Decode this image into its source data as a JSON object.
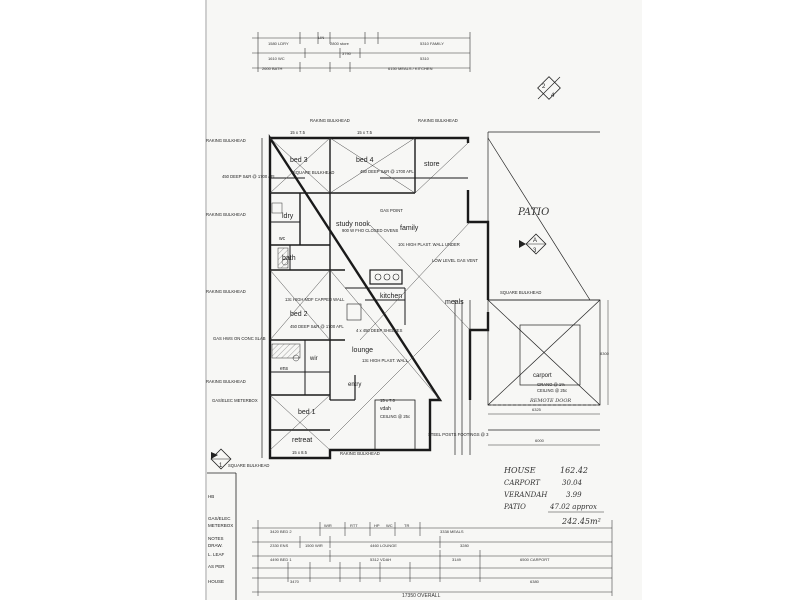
{
  "colors": {
    "ink": "#1a1a1a",
    "paper": "#f7f7f5",
    "background": "#ffffff"
  },
  "top_dims": {
    "row1": [
      "1580 LDRY",
      "LIN",
      "2800 store",
      "5310 FAMILY"
    ],
    "row2": [
      "1610 WC",
      "3790",
      "5310"
    ],
    "row3": [
      "2600 BATH",
      "6150 MEALS / KITCHEN"
    ]
  },
  "section_marks": {
    "top_right": {
      "top": "2",
      "bottom": "4"
    },
    "right": {
      "top": "A",
      "bottom": "3"
    },
    "bottom_left": {
      "top": "",
      "bottom": "1"
    }
  },
  "rooms": {
    "bed3": "bed 3",
    "bed4": "bed 4",
    "store": "store",
    "ldry": "ldry",
    "study_nook": "study nook",
    "family": "family",
    "bath": "bath",
    "wc": "wc",
    "kitchen": "kitchen",
    "meals": "meals",
    "bed2": "bed 2",
    "lounge": "lounge",
    "wir": "wir",
    "ens": "ens",
    "entry": "entry",
    "bed1": "bed 1",
    "retreat": "retreat",
    "vdah": "vdah",
    "carport": "carport",
    "patio": "PATIO"
  },
  "notes": {
    "raking_bulkhead_top": "RAKING BULKHEAD",
    "raking_bulkhead_top2": "RAKING BULKHEAD",
    "raking_bulkhead_left1": "RAKING BULKHEAD",
    "raking_bulkhead_left2": "RAKING BULKHEAD",
    "raking_bulkhead_left3": "RAKING BULKHEAD",
    "raking_bulkhead_left4": "RAKING BULKHEAD",
    "raking_bulkhead_bottom": "RAKING BULKHEAD",
    "square_bulkhead_bed3": "SQUARE BULKHEAD",
    "square_bulkhead_right": "SQUARE BULKHEAD",
    "square_bulkhead_bottom": "SQUARE BULKHEAD",
    "shelf_bed3": "450 DEEP S&R @ 1700 AFL",
    "shelf_bed4": "450 DEEP S&R @ 1700 AFL",
    "shelf_bed2": "450 DEEP S&R @ 1700 AFL",
    "gas_point": "GAS POINT",
    "capped_wall": "10c HIGH PLAST. WALL UNDER",
    "gas_vent": "LOW LEVEL GAS VENT",
    "pantry_shelves": "4 x 450 DEEP SHELVES",
    "mdf_wall": "13c HIGH MDF CAPPED WALL",
    "lounge_wall": "13c HIGH PLAST. WALL",
    "gas_hws": "GAS HWS ON CONC SLAB",
    "gas_meter": "GAS/ELEC METERBOX",
    "ceiling_vdah": "CEILING @ 25c",
    "steel_posts": "STEEL POSTS FOOTINGS @ 3",
    "carport_grano": "GRANO @ 1%",
    "carport_ceiling": "CEILING @ 25c",
    "remote_door": "REMOTE DOOR",
    "oven": "900 W FHO CLOSED OVENS",
    "bed_size_3": "15 x 7.5",
    "bed_size_4": "15 x 7.5",
    "retreat_size": "15 x 8.5",
    "vdah_size": "15 x 7.0"
  },
  "area_schedule": [
    {
      "label": "HOUSE",
      "value": "162.42"
    },
    {
      "label": "CARPORT",
      "value": "30.04"
    },
    {
      "label": "VERANDAH",
      "value": "3.99"
    },
    {
      "label": "PATIO",
      "value": "47.02 approx"
    }
  ],
  "area_total": "242.45m²",
  "bottom_dims": {
    "row1": [
      "3420 BED 2",
      "WIR",
      "RTT",
      "HP",
      "WC",
      "TR",
      "3338 MEALS"
    ],
    "row2": [
      "2330 ENS",
      "1500 WIR",
      "4460 LOUNGE",
      "3280"
    ],
    "row3": [
      "4490 BED 1",
      "5312 VDAH",
      "3149",
      "6500 CARPORT"
    ],
    "row4": [
      "3470",
      "6380"
    ],
    "overall": "17350 OVERALL"
  },
  "dims_right": [
    "6325",
    "6000",
    "8300"
  ],
  "left_legend": [
    "HB",
    "GAS/ELEC",
    "METERBOX",
    "NOTES",
    "DRAW.",
    "L. LEAF",
    "AS PER",
    "HOUSE"
  ]
}
